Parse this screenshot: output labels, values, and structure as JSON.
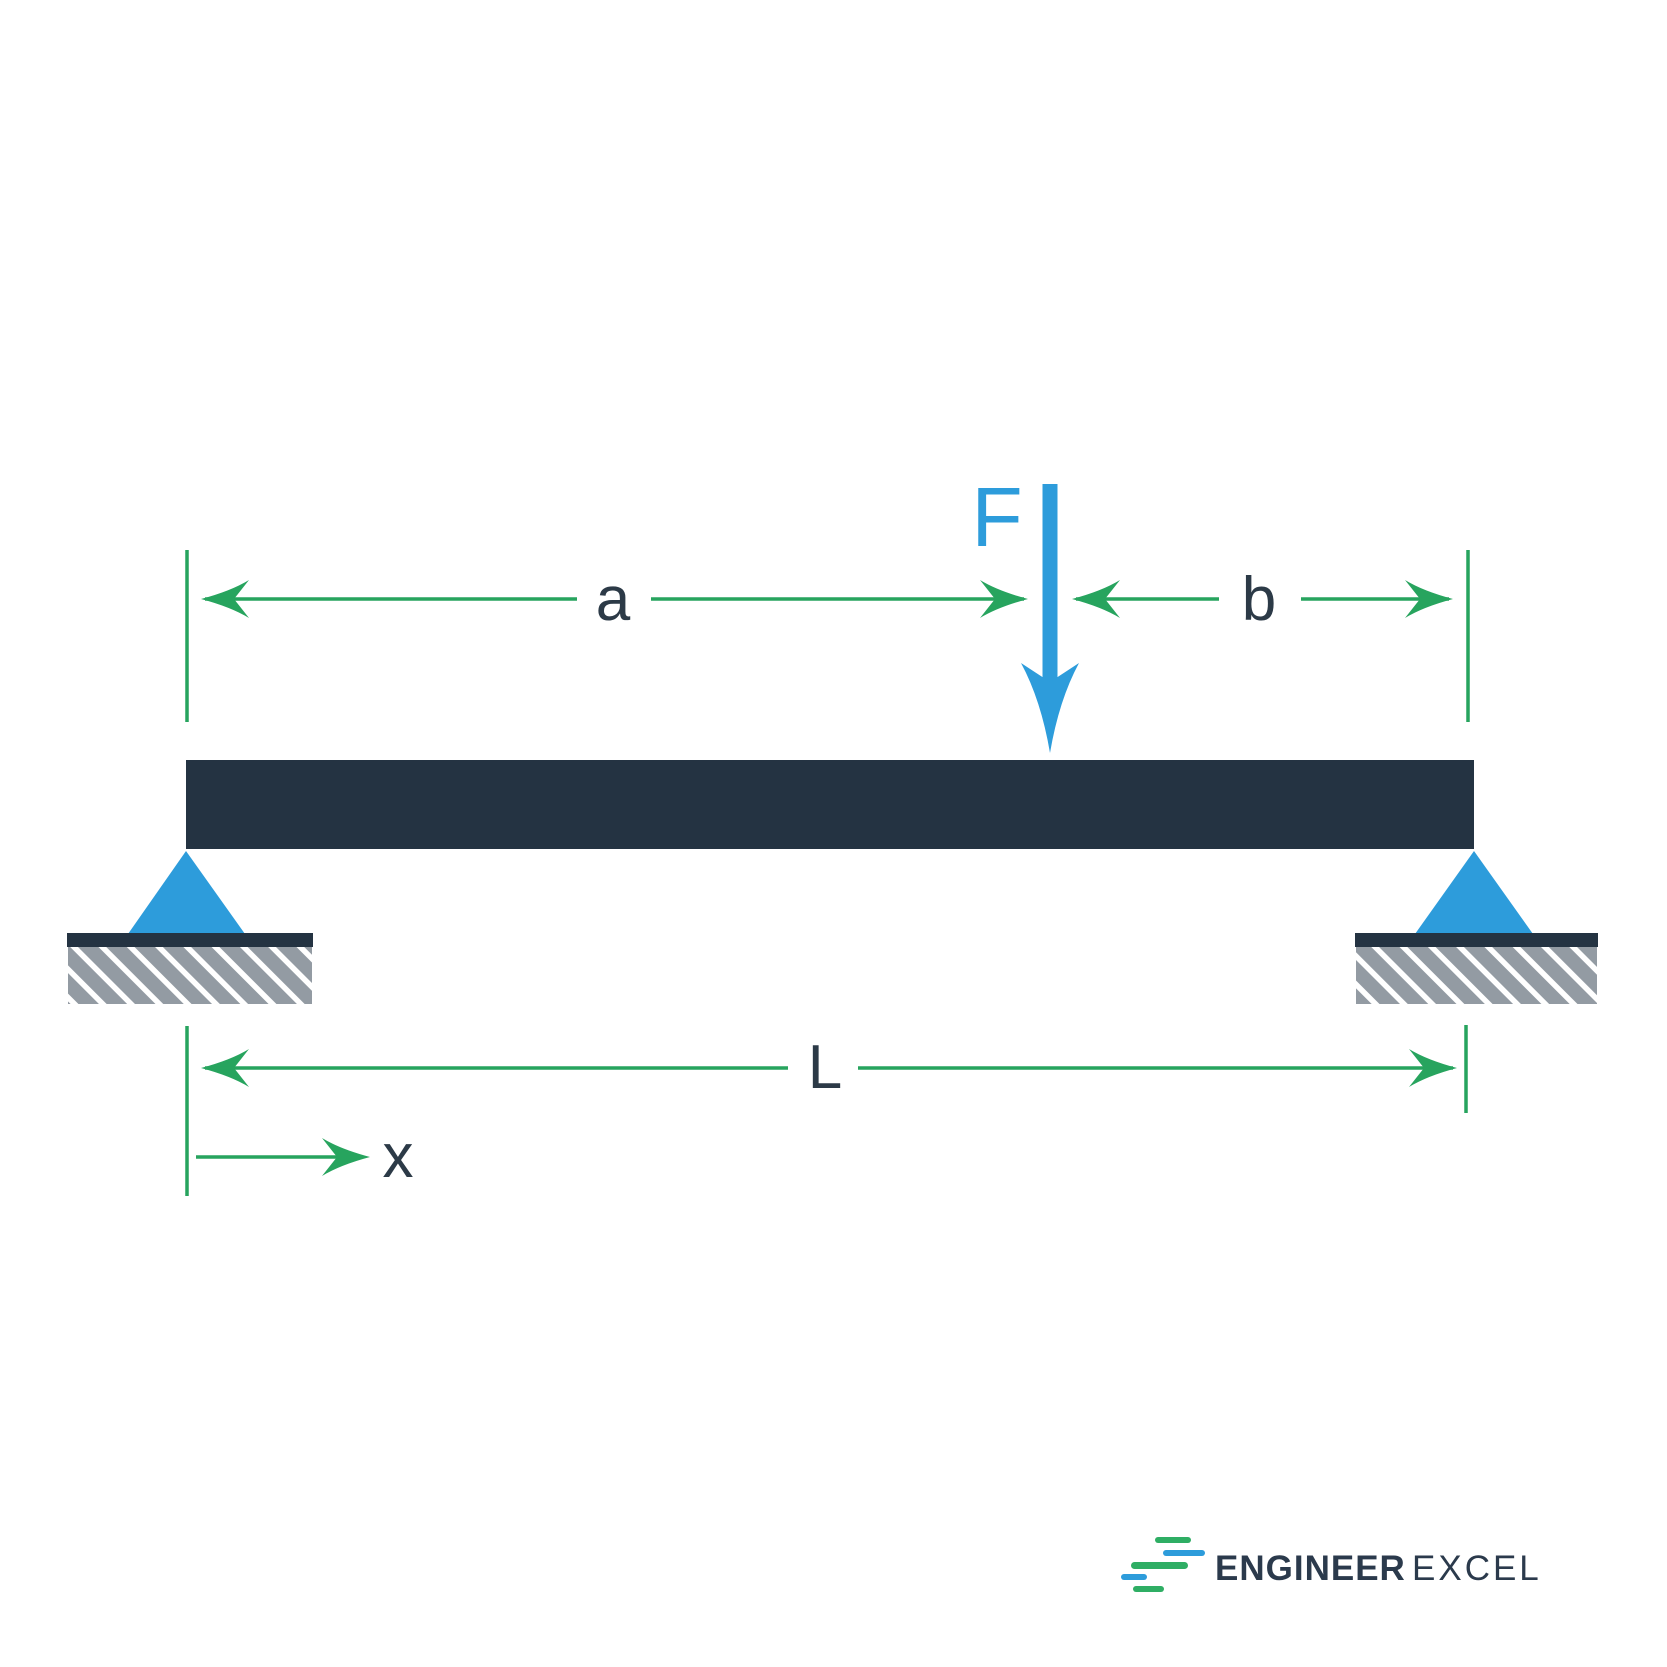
{
  "diagram": {
    "force_label": "F",
    "dim_a_label": "a",
    "dim_b_label": "b",
    "dim_L_label": "L",
    "x_axis_label": "x"
  },
  "logo": {
    "brand_bold": "ENGINEER",
    "brand_regular": "EXCEL"
  },
  "colors": {
    "accent_blue": "#2d9cdb",
    "accent_green": "#27a45e",
    "beam_dark": "#243342",
    "label_dark": "#2c3a47",
    "hatch_gray": "#939ba3",
    "hatch_stripe": "#ffffff"
  }
}
